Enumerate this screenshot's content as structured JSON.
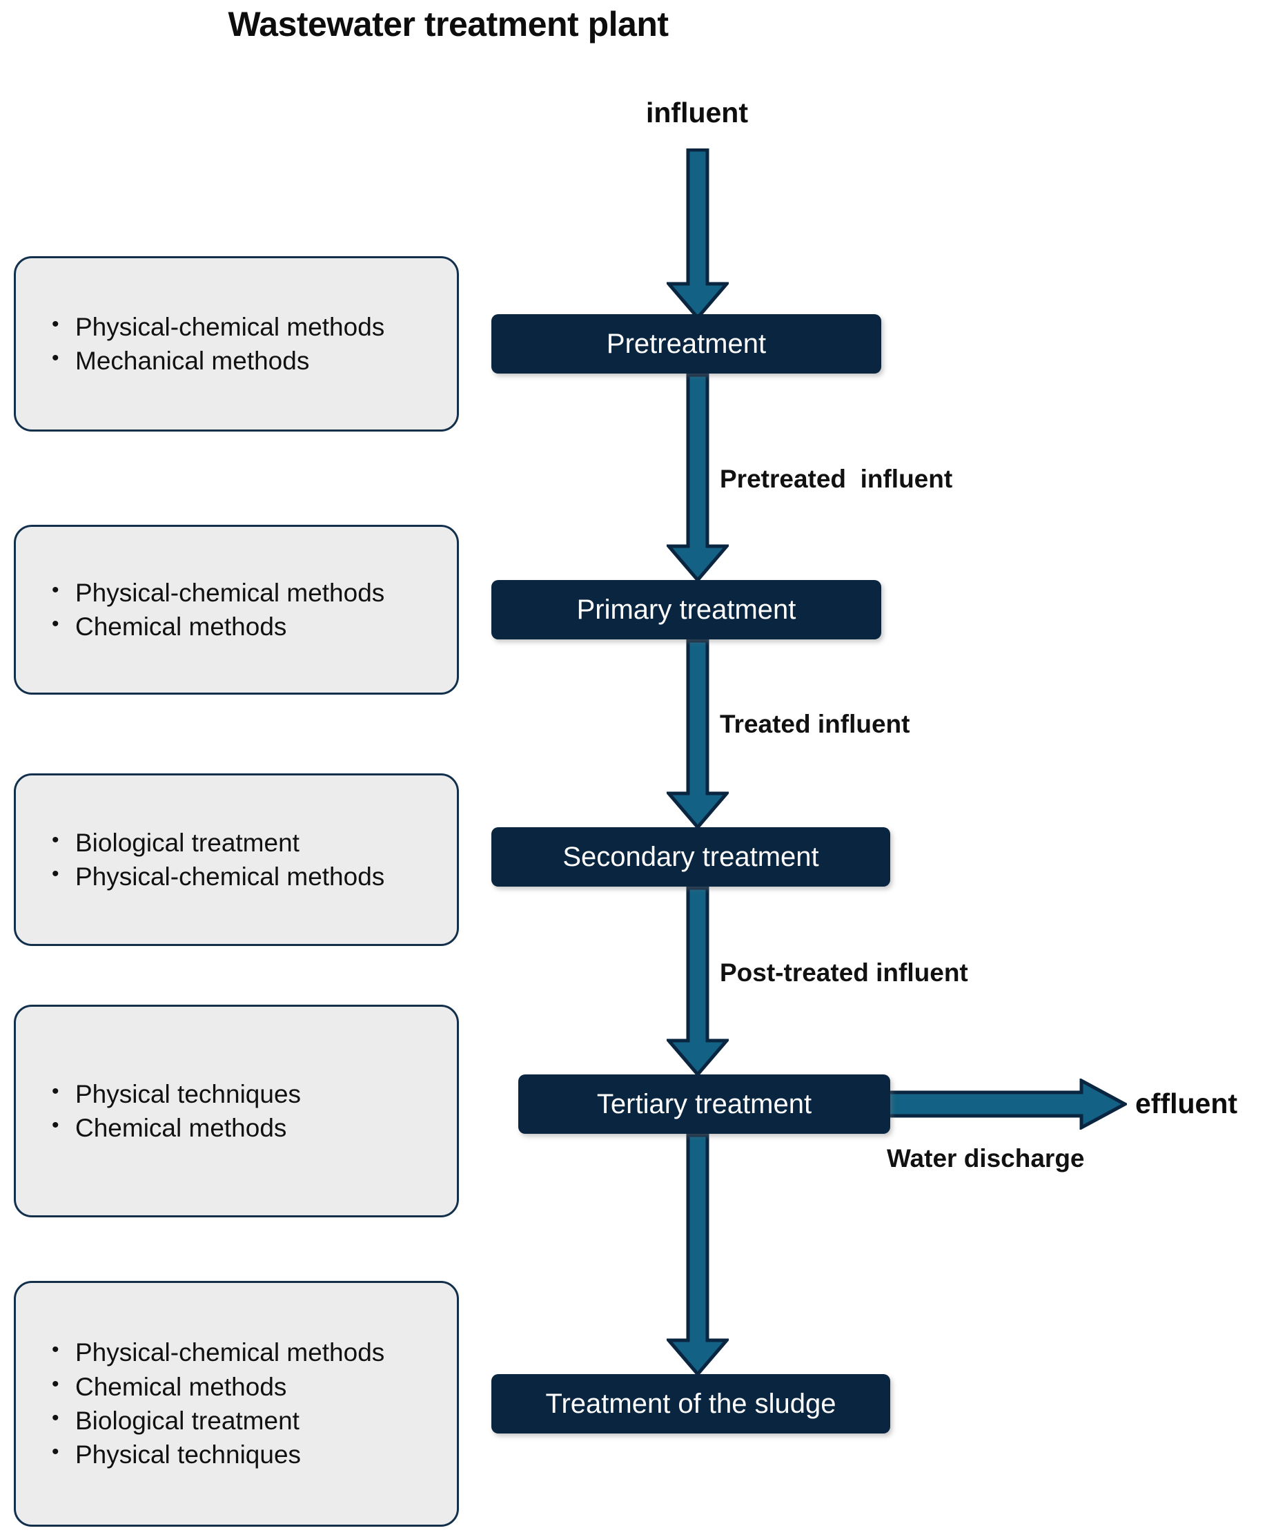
{
  "diagram": {
    "title": "Wastewater treatment plant",
    "input_label": "influent",
    "output_label": "effluent",
    "colors": {
      "stage_fill": "#0a2540",
      "stage_text": "#ffffff",
      "arrow_fill": "#136285",
      "arrow_stroke": "#0a2540",
      "method_box_fill": "#ececed",
      "method_box_border": "#12304c",
      "text": "#111111",
      "background": "#ffffff"
    },
    "stages": [
      {
        "id": "pretreatment",
        "label": "Pretreatment"
      },
      {
        "id": "primary",
        "label": "Primary treatment"
      },
      {
        "id": "secondary",
        "label": "Secondary treatment"
      },
      {
        "id": "tertiary",
        "label": "Tertiary treatment"
      },
      {
        "id": "sludge",
        "label": "Treatment of the sludge"
      }
    ],
    "flow_labels": [
      {
        "id": "pretreated-influent",
        "label": "Pretreated  influent"
      },
      {
        "id": "treated-influent",
        "label": "Treated influent"
      },
      {
        "id": "post-treated-influent",
        "label": "Post-treated influent"
      },
      {
        "id": "water-discharge",
        "label": "Water discharge"
      }
    ],
    "method_boxes": [
      {
        "id": "pretreatment-methods",
        "items": [
          "Physical-chemical methods",
          "Mechanical methods"
        ]
      },
      {
        "id": "primary-methods",
        "items": [
          "Physical-chemical methods",
          "Chemical methods"
        ]
      },
      {
        "id": "secondary-methods",
        "items": [
          "Biological treatment",
          "Physical-chemical methods"
        ]
      },
      {
        "id": "tertiary-methods",
        "items": [
          "Physical techniques",
          "Chemical methods"
        ]
      },
      {
        "id": "sludge-methods",
        "items": [
          "Physical-chemical methods",
          "Chemical methods",
          "Biological treatment",
          "Physical techniques"
        ]
      }
    ]
  }
}
